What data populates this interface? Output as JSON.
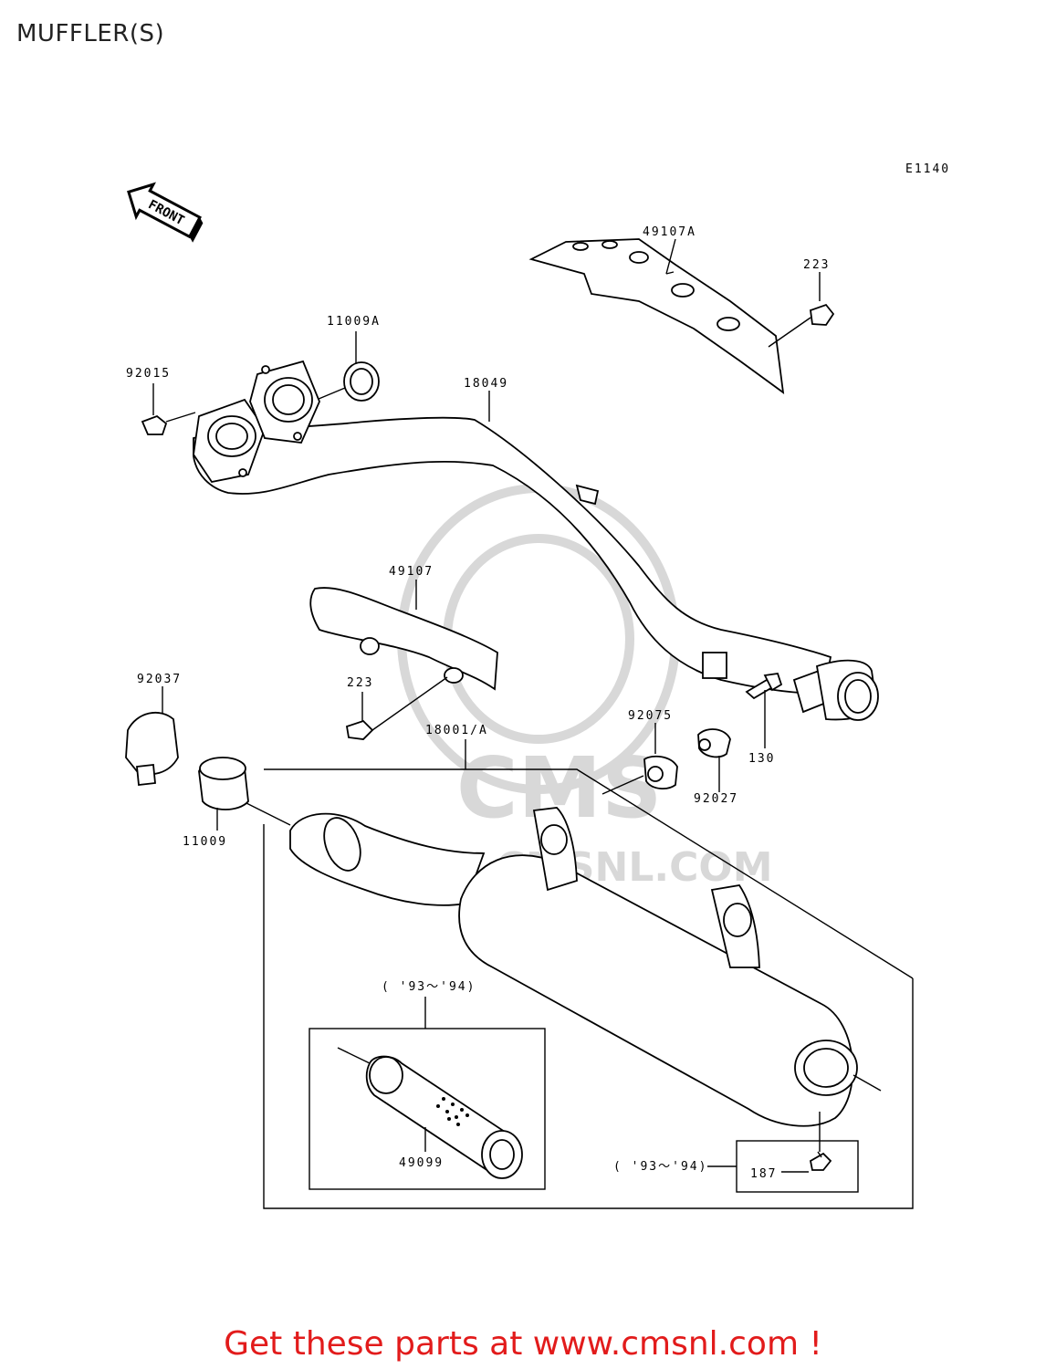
{
  "page": {
    "title": "MUFFLER(S)"
  },
  "diagram": {
    "code": "E1140",
    "front_label": "FRONT",
    "labels": {
      "heat_guard_a": "49107A",
      "bolt_upper": "223",
      "gasket_a": "11009A",
      "nut": "92015",
      "exhaust_pipe": "18049",
      "heat_guard": "49107",
      "clamp": "92037",
      "bolt_lower": "223",
      "muffler": "18001/A",
      "damper": "92075",
      "collar": "92027",
      "bolt_130": "130",
      "gasket": "11009",
      "years_spark": "( '93～'94)",
      "spark_arrester": "49099",
      "years_bolt": "( '93～'94)",
      "bolt_187": "187"
    },
    "watermark": "WWW.CMSNL.COM"
  },
  "footer": {
    "cta": "Get these parts at www.cmsnl.com !",
    "cta_color": "#e21b1b"
  }
}
